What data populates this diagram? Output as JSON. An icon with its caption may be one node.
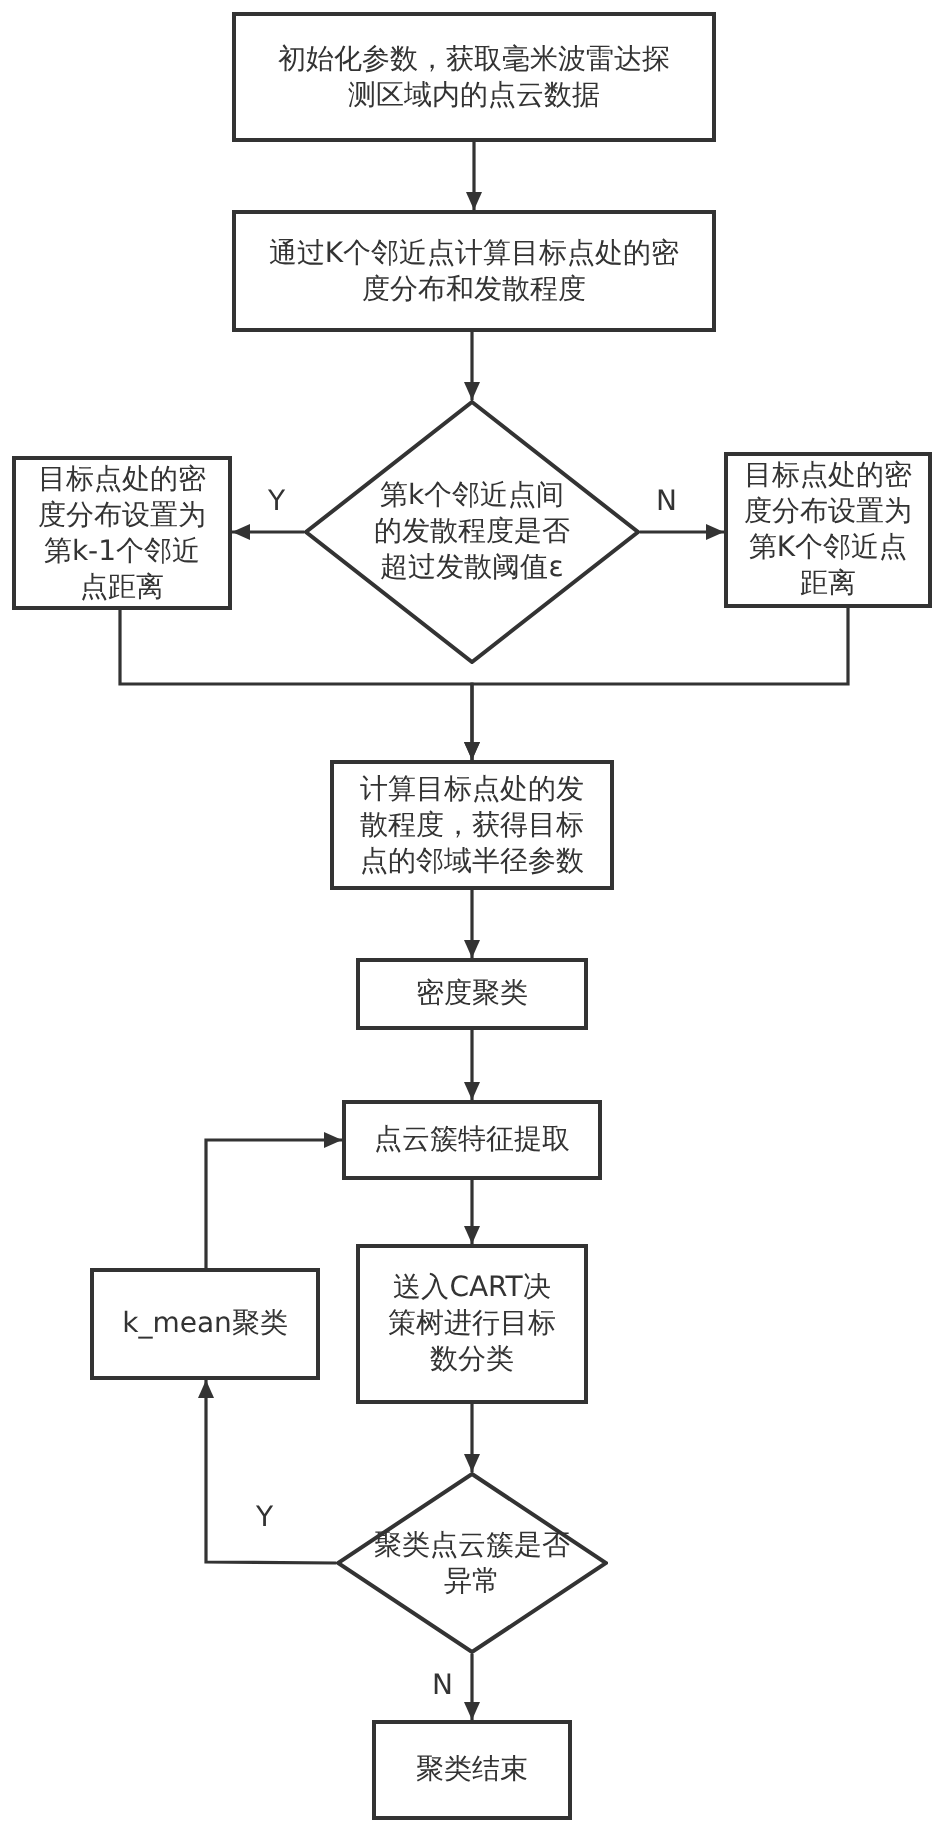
{
  "diagram": {
    "nodes": [
      {
        "text": [
          "初始化参数，获取毫米波雷达探测区域内的点云数据"
        ]
      },
      {
        "text": [
          "通过K个邻近点计算目标点处的密度分布和发散程度"
        ]
      },
      {
        "text": [
          "第k个邻近点间的发散程度是否超过发散阈值ε"
        ]
      },
      {
        "text": [
          "目标点处的密度分布设置为第k-1个邻近点距离"
        ]
      },
      {
        "text": [
          "目标点处的密度分布设置为第K个邻近点距离"
        ]
      },
      {
        "text": [
          "计算目标点处的发散程度，获得目标点的邻域半径参数"
        ]
      },
      {
        "text": [
          "密度聚类"
        ]
      },
      {
        "text": [
          "点云簇特征提取"
        ]
      },
      {
        "text": [
          "送入CART决策树进行目标数分类"
        ]
      },
      {
        "text": [
          "k_mean聚类"
        ]
      },
      {
        "text": [
          "聚类点云簇是否异常"
        ]
      },
      {
        "text": [
          "聚类结束"
        ]
      }
    ],
    "edges": [
      {
        "from": 0,
        "to": 1,
        "arrow": "to"
      },
      {
        "from": 1,
        "to": 2,
        "arrow": "to"
      },
      {
        "from": 2,
        "to": 3,
        "arrow": "to",
        "label": "Y"
      },
      {
        "from": 2,
        "to": 4,
        "arrow": "to",
        "label": "N"
      },
      {
        "from": 3,
        "to": 5,
        "arrow": "to"
      },
      {
        "from": 4,
        "to": 5,
        "arrow": "to"
      },
      {
        "from": 5,
        "to": 6,
        "arrow": "to"
      },
      {
        "from": 6,
        "to": 7,
        "arrow": "to"
      },
      {
        "from": 7,
        "to": 8,
        "arrow": "to"
      },
      {
        "from": 8,
        "to": 10,
        "arrow": "to"
      },
      {
        "from": 10,
        "to": 9,
        "arrow": "to",
        "label": "Y"
      },
      {
        "from": 9,
        "to": 7,
        "arrow": "to"
      },
      {
        "from": 10,
        "to": 11,
        "arrow": "to",
        "label": "N"
      }
    ]
  }
}
